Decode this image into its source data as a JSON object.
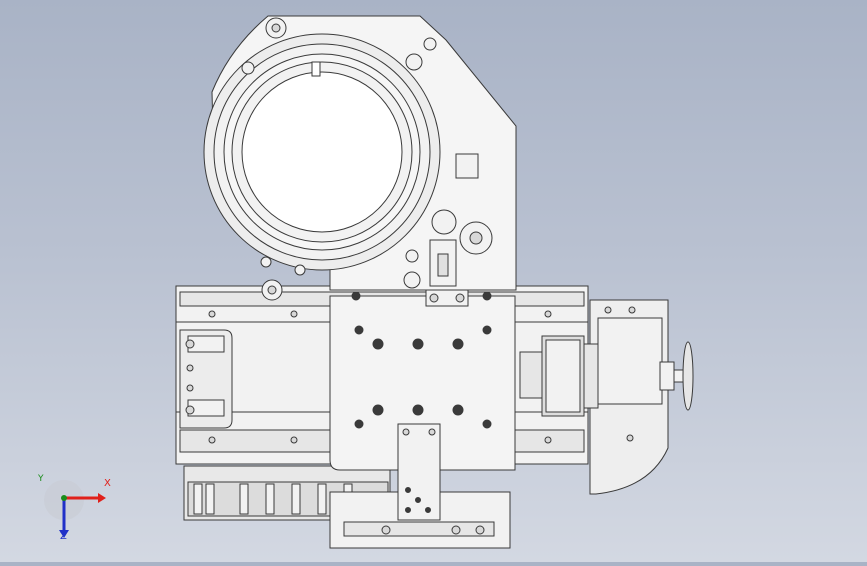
{
  "viewport": {
    "background_top": "#a9b3c6",
    "background_bottom": "#d3d8e2",
    "model_fill": "#f2f2f2",
    "model_stroke": "#3a3a3a",
    "hole_fill": "#d8d8d8"
  },
  "triad": {
    "x_label": "X",
    "y_label": "Y",
    "z_label": "Z",
    "x_color": "#e0201a",
    "y_color": "#1a8c1a",
    "z_color": "#2030c8"
  }
}
